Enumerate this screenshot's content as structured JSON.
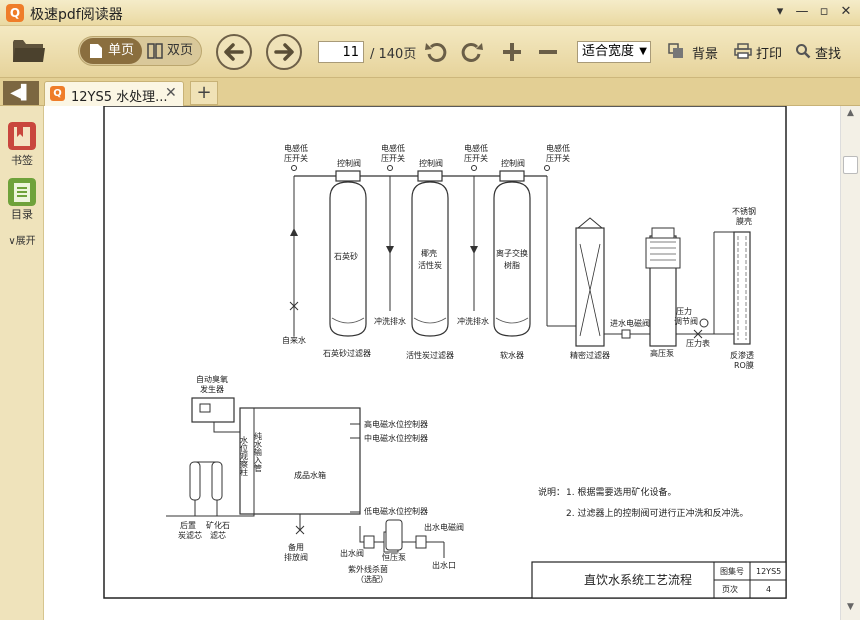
{
  "window": {
    "title": "极速pdf阅读器",
    "logo_glyph": "Q",
    "minimize_glyph": "—",
    "dropdown_glyph": "▾",
    "maximize_glyph": "▫",
    "close_glyph": "✕"
  },
  "toolbar": {
    "single_page_label": "单页",
    "double_page_label": "双页",
    "current_page": "11",
    "total_pages": "/ 140页",
    "zoom_mode": "适合宽度",
    "background_label": "背景",
    "print_label": "打印",
    "search_label": "查找"
  },
  "tabs": {
    "back_glyph": "◀▌",
    "doc_tab_label": "12YS5 水处理...",
    "doc_tab_icon": "Q",
    "close_glyph": "✕",
    "new_tab_glyph": "+"
  },
  "sidebar": {
    "bookmarks_label": "书签",
    "toc_label": "目录",
    "expand_label": "∨展开"
  },
  "drawing": {
    "low_pressure_switch": [
      "电感低",
      "压开关"
    ],
    "control_valve": "控制阀",
    "tank1_label": "石英砂",
    "tank2_label": [
      "椰壳",
      "活性炭"
    ],
    "tank3_label": [
      "离子交换",
      "树脂"
    ],
    "tank1_name": "石英砂过滤器",
    "tank2_name": "活性炭过滤器",
    "tank3_name": "软水器",
    "flush_drain": "冲洗排水",
    "tap_water": "自来水",
    "precision_filter": "精密过滤器",
    "inlet_solenoid": "进水电磁阀",
    "pressure_valve": [
      "压力",
      "调节阀"
    ],
    "pressure_gauge": "压力表",
    "high_pressure_pump": "高压泵",
    "stainless_shell": [
      "不锈钢",
      "膜壳"
    ],
    "ro_membrane": [
      "反渗透",
      "RO膜"
    ],
    "ozone_generator": [
      "自动臭氧",
      "发生器"
    ],
    "water_level_column": "水位观察柱",
    "pure_water_inlet": "纯水输入管",
    "product_tank": "成品水箱",
    "high_level_ctrl": "高电磁水位控制器",
    "mid_level_ctrl": "中电磁水位控制器",
    "low_level_ctrl": "低电磁水位控制器",
    "post_filter": [
      "后置",
      "炭滤芯"
    ],
    "mineral_filter": [
      "矿化石",
      "滤芯"
    ],
    "spare_drain": [
      "备用",
      "排放阀"
    ],
    "outlet_valve": "出水阀",
    "uv_sterilizer": [
      "紫外线杀菌",
      "（选配）"
    ],
    "const_pressure_pump": "恒压泵",
    "outlet_solenoid": "出水电磁阀",
    "outlet": "出水口",
    "notes_heading": "说明：",
    "note1": "1. 根据需要选用矿化设备。",
    "note2": "2. 过滤器上的控制阀可进行正冲洗和反冲洗。",
    "title_block_title": "直饮水系统工艺流程",
    "atlas_no_label": "图集号",
    "atlas_no": "12YS5",
    "page_no_label": "页次",
    "page_no": "4"
  },
  "colors": {
    "chrome": "#ead9a2",
    "accent": "#ef7d2a",
    "active_toggle": "#8a6e3e"
  }
}
